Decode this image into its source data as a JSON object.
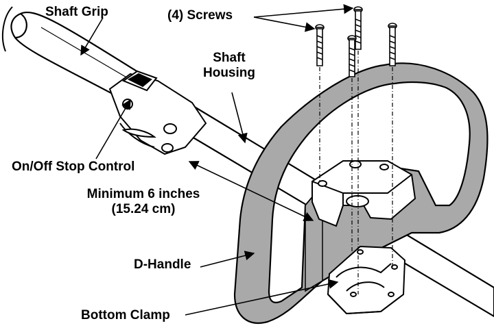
{
  "labels": {
    "shaft_grip": "Shaft Grip",
    "screws": "(4) Screws",
    "shaft_housing_line1": "Shaft",
    "shaft_housing_line2": "Housing",
    "on_off_stop_control": "On/Off Stop Control",
    "minimum_line1": "Minimum 6 inches",
    "minimum_line2": "(15.24 cm)",
    "d_handle": "D-Handle",
    "bottom_clamp": "Bottom Clamp"
  },
  "colors": {
    "ink": "#000000",
    "handle_fill": "#a9a9a9",
    "paper": "#ffffff"
  }
}
